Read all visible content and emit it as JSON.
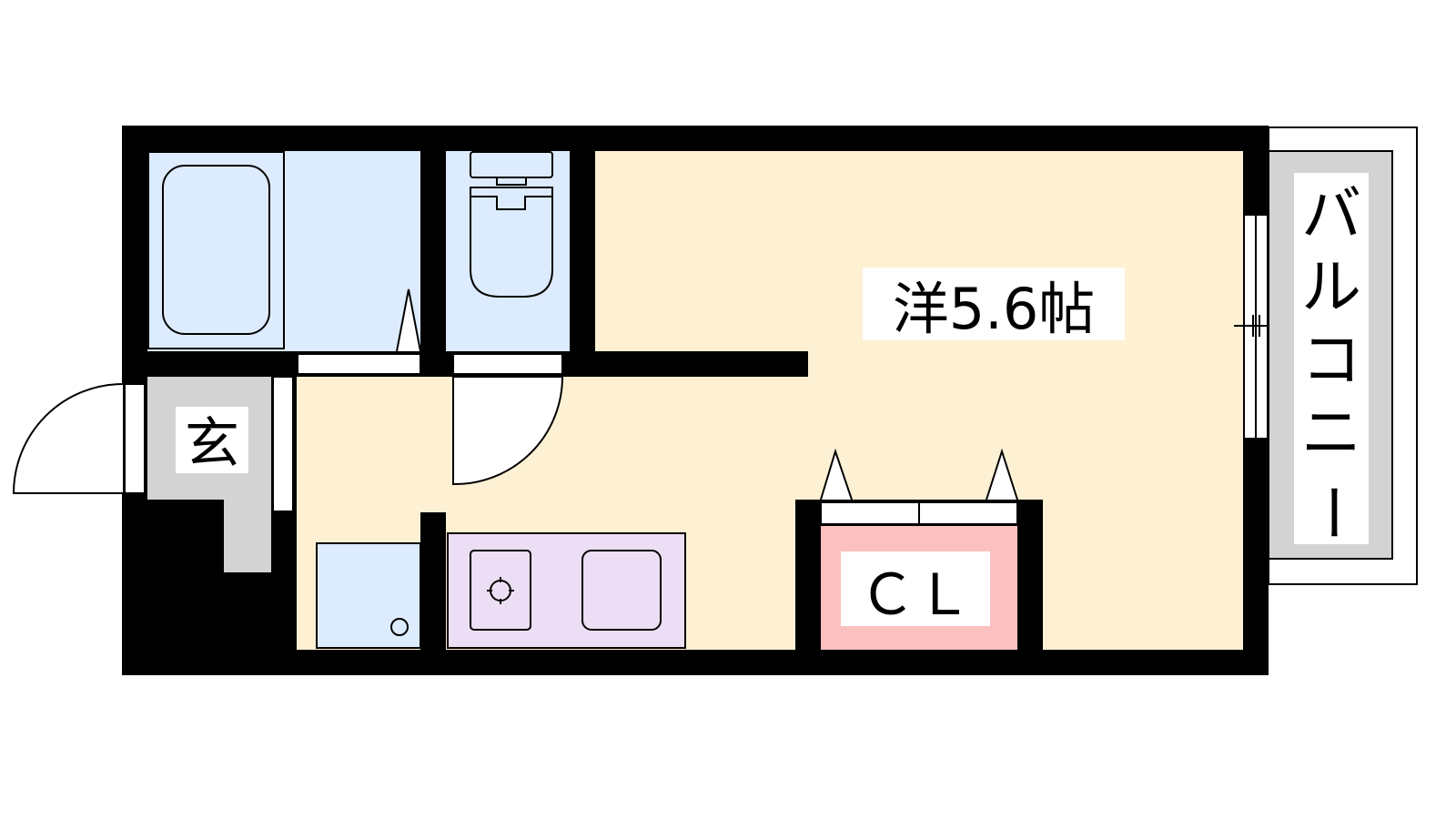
{
  "floorplan": {
    "rooms": {
      "western_room": "洋5.6帖",
      "entrance": "玄",
      "closet": "ＣＬ",
      "balcony": [
        "バ",
        "ル",
        "コ",
        "ニ",
        "ー"
      ]
    },
    "colors": {
      "wall": "#000000",
      "wet_area": "#dcebfd",
      "room": "#fdf0d3",
      "entrance": "#d3d3d3",
      "kitchen": "#ecdef4",
      "closet": "#fbc1c1",
      "balcony": "#d3d3d3"
    }
  }
}
